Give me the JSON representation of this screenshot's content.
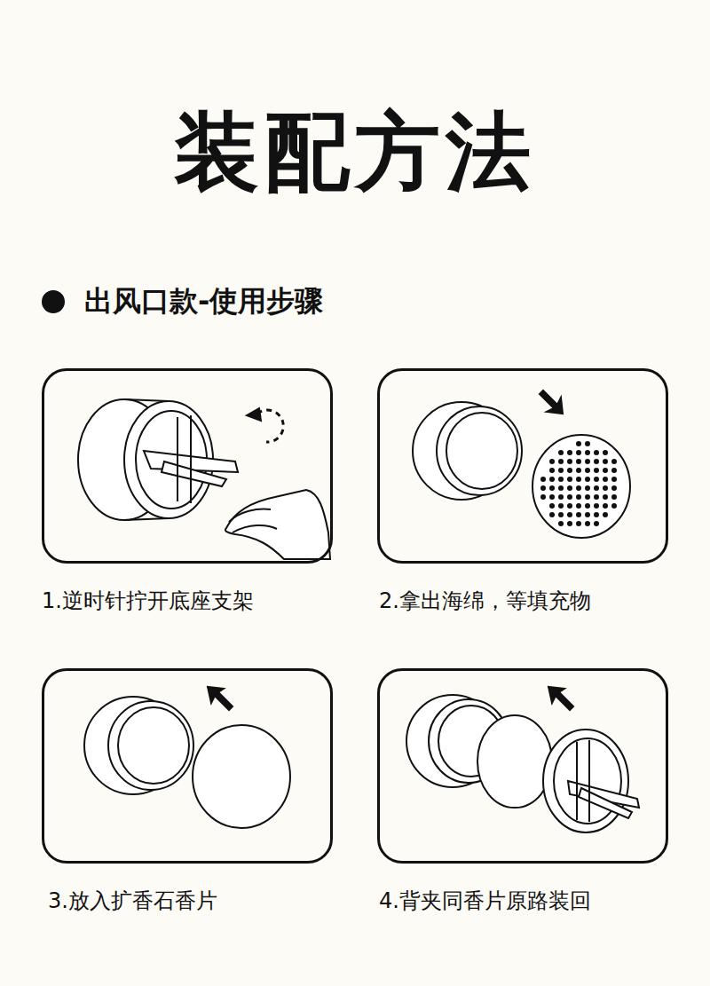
{
  "diagram": {
    "title": "装配方法",
    "nodes": [
      {
        "text": [
          "1.逆时针拧开底座支架"
        ]
      },
      {
        "text": [
          "2.拿出海绵，等填充物"
        ]
      },
      {
        "text": [
          "3.放入扩香石香片"
        ]
      },
      {
        "text": [
          "4.背夹同香片原路装回"
        ]
      }
    ],
    "labels": [
      "出风口款-使用步骤"
    ]
  }
}
